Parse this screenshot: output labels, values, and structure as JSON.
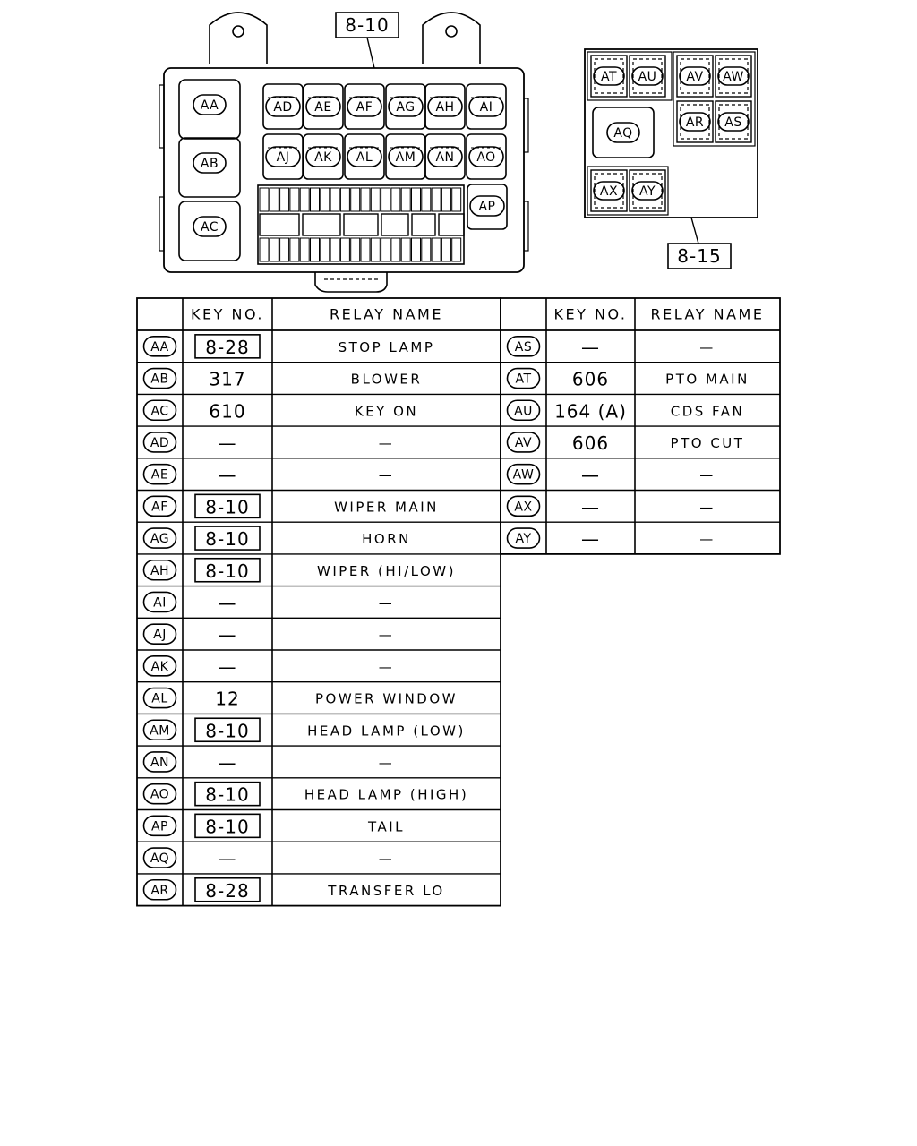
{
  "main_box": {
    "callout": "8-10",
    "large_relays": [
      "AA",
      "AB",
      "AC"
    ],
    "relay_row_1": [
      "AD",
      "AE",
      "AF",
      "AG",
      "AH",
      "AI"
    ],
    "relay_row_2": [
      "AJ",
      "AK",
      "AL",
      "AM",
      "AN",
      "AO"
    ],
    "side_relay": "AP"
  },
  "sub_box": {
    "callout": "8-15",
    "top_left": [
      "AT",
      "AU"
    ],
    "top_right": [
      "AV",
      "AW"
    ],
    "mid_right": [
      "AR",
      "AS"
    ],
    "center": "AQ",
    "bottom_left": [
      "AX",
      "AY"
    ]
  },
  "table_left": {
    "headers": [
      "KEY NO.",
      "RELAY NAME"
    ],
    "rows": [
      {
        "code": "AA",
        "key": "8-28",
        "boxed": true,
        "name": "STOP LAMP"
      },
      {
        "code": "AB",
        "key": "317",
        "boxed": false,
        "name": "BLOWER"
      },
      {
        "code": "AC",
        "key": "610",
        "boxed": false,
        "name": "KEY ON"
      },
      {
        "code": "AD",
        "key": "—",
        "boxed": false,
        "name": "—"
      },
      {
        "code": "AE",
        "key": "—",
        "boxed": false,
        "name": "—"
      },
      {
        "code": "AF",
        "key": "8-10",
        "boxed": true,
        "name": "WIPER MAIN"
      },
      {
        "code": "AG",
        "key": "8-10",
        "boxed": true,
        "name": "HORN"
      },
      {
        "code": "AH",
        "key": "8-10",
        "boxed": true,
        "name": "WIPER (HI/LOW)"
      },
      {
        "code": "AI",
        "key": "—",
        "boxed": false,
        "name": "—"
      },
      {
        "code": "AJ",
        "key": "—",
        "boxed": false,
        "name": "—"
      },
      {
        "code": "AK",
        "key": "—",
        "boxed": false,
        "name": "—"
      },
      {
        "code": "AL",
        "key": "12",
        "boxed": false,
        "name": "POWER WINDOW"
      },
      {
        "code": "AM",
        "key": "8-10",
        "boxed": true,
        "name": "HEAD LAMP (LOW)"
      },
      {
        "code": "AN",
        "key": "—",
        "boxed": false,
        "name": "—"
      },
      {
        "code": "AO",
        "key": "8-10",
        "boxed": true,
        "name": "HEAD LAMP (HIGH)"
      },
      {
        "code": "AP",
        "key": "8-10",
        "boxed": true,
        "name": "TAIL"
      },
      {
        "code": "AQ",
        "key": "—",
        "boxed": false,
        "name": "—"
      },
      {
        "code": "AR",
        "key": "8-28",
        "boxed": true,
        "name": "TRANSFER LO"
      }
    ]
  },
  "table_right": {
    "headers": [
      "KEY NO.",
      "RELAY NAME"
    ],
    "rows": [
      {
        "code": "AS",
        "key": "—",
        "boxed": false,
        "name": "—"
      },
      {
        "code": "AT",
        "key": "606",
        "boxed": false,
        "name": "PTO MAIN"
      },
      {
        "code": "AU",
        "key": "164 (A)",
        "boxed": false,
        "name": "CDS FAN"
      },
      {
        "code": "AV",
        "key": "606",
        "boxed": false,
        "name": "PTO CUT"
      },
      {
        "code": "AW",
        "key": "—",
        "boxed": false,
        "name": "—"
      },
      {
        "code": "AX",
        "key": "—",
        "boxed": false,
        "name": "—"
      },
      {
        "code": "AY",
        "key": "—",
        "boxed": false,
        "name": "—"
      }
    ]
  }
}
